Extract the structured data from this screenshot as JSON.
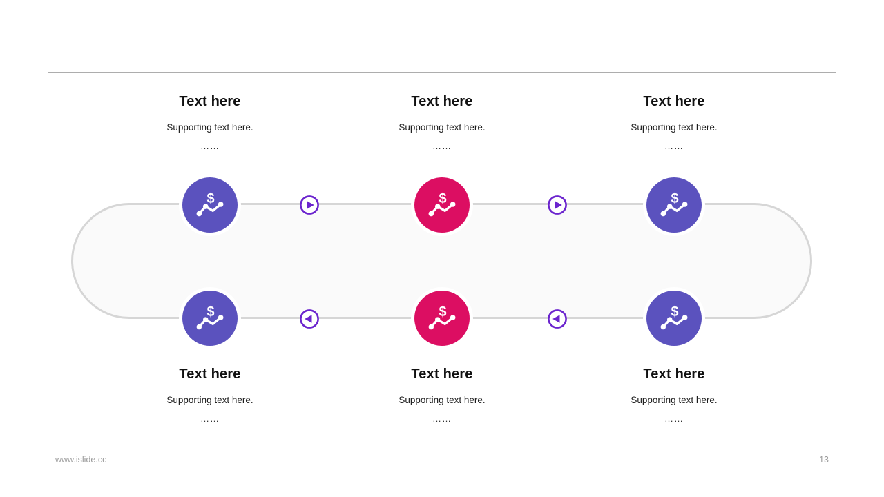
{
  "columns_top": [
    {
      "title": "Text here",
      "subtitle": "Supporting text here.",
      "ellipsis": "……"
    },
    {
      "title": "Text here",
      "subtitle": "Supporting text here.",
      "ellipsis": "……"
    },
    {
      "title": "Text here",
      "subtitle": "Supporting text here.",
      "ellipsis": "……"
    }
  ],
  "columns_bottom": [
    {
      "title": "Text here",
      "subtitle": "Supporting text here.",
      "ellipsis": "……"
    },
    {
      "title": "Text here",
      "subtitle": "Supporting text here.",
      "ellipsis": "……"
    },
    {
      "title": "Text here",
      "subtitle": "Supporting text here.",
      "ellipsis": "……"
    }
  ],
  "diagram": {
    "nodes": [
      {
        "icon": "dollar-trend-chart-icon",
        "color": "#5B52BE"
      },
      {
        "icon": "dollar-trend-chart-icon",
        "color": "#DC0E62"
      },
      {
        "icon": "dollar-trend-chart-icon",
        "color": "#5B52BE"
      },
      {
        "icon": "dollar-trend-chart-icon",
        "color": "#5B52BE"
      },
      {
        "icon": "dollar-trend-chart-icon",
        "color": "#DC0E62"
      },
      {
        "icon": "dollar-trend-chart-icon",
        "color": "#5B52BE"
      }
    ],
    "arrows": [
      {
        "icon": "play-right-icon",
        "direction": "right"
      },
      {
        "icon": "play-right-icon",
        "direction": "right"
      },
      {
        "icon": "play-left-icon",
        "direction": "left"
      },
      {
        "icon": "play-left-icon",
        "direction": "left"
      }
    ],
    "arrow_color": "#6B24CE",
    "track_border_color": "#D6D6D6",
    "track_fill_color": "#FAFAFA"
  },
  "footer": {
    "url": "www.islide.cc",
    "page_number": "13"
  }
}
